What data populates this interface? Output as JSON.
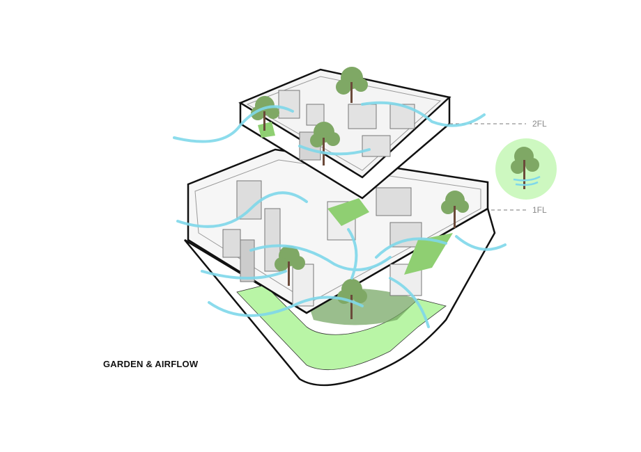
{
  "title": "GARDEN & AIRFLOW",
  "levels": [
    {
      "label": "2FL"
    },
    {
      "label": "1FL"
    }
  ],
  "legend_icon": "tree-with-wind-icon",
  "colors": {
    "garden": "#b9f5a6",
    "lawn_dark": "#6fa35c",
    "wind": "#7fd8ea",
    "tree": "#7fa865",
    "badge": "#cdf8c0",
    "outline": "#111111"
  }
}
